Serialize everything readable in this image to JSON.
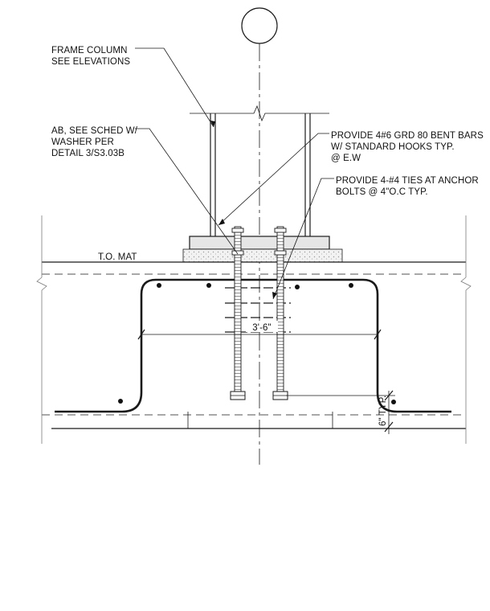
{
  "notes": {
    "frame_column": [
      "FRAME COLUMN",
      "SEE ELEVATIONS"
    ],
    "anchor_bolt": [
      "AB, SEE SCHED W/",
      "WASHER PER",
      "DETAIL 3/S3.03B"
    ],
    "bent_bars": [
      "PROVIDE 4#6 GRD 80 BENT BARS",
      "W/ STANDARD HOOKS TYP.",
      "@ E.W"
    ],
    "ties": [
      "PROVIDE 4-#4 TIES AT ANCHOR",
      "BOLTS @ 4\"O.C TYP."
    ]
  },
  "labels": {
    "top_of_mat": "T.O. MAT"
  },
  "dimensions": {
    "bar_width": "3'-6\"",
    "hook_offset": "6\" TYP."
  },
  "colors": {
    "linework": "#1a1a1a",
    "grout": "#b5b5b5",
    "plate": "#e6e6e6"
  }
}
